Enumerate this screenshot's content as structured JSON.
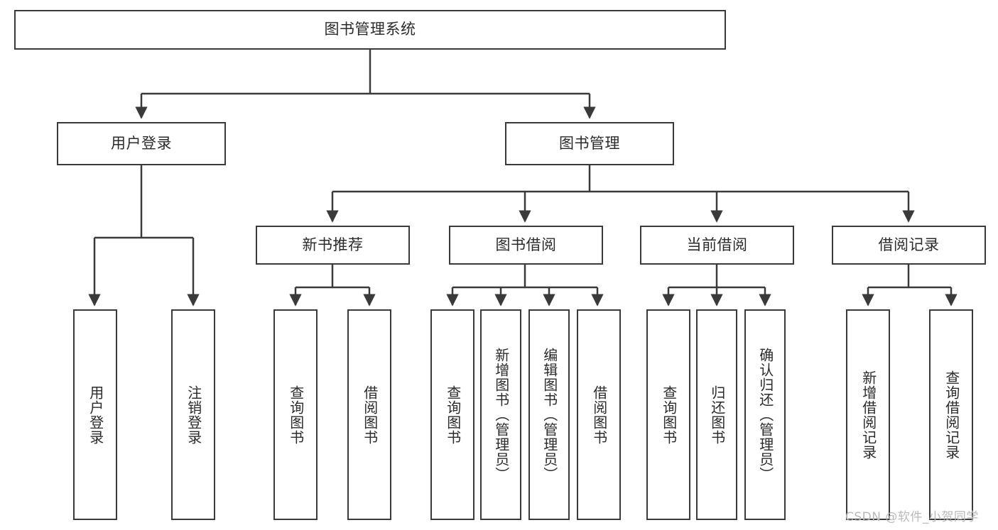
{
  "diagram": {
    "type": "tree-hierarchy",
    "title": "图书管理系统",
    "watermark": "CSDN @软件_小贺同学",
    "stroke_color": "#3a3a3a",
    "text_color": "#2b2b2b",
    "background_color": "#ffffff",
    "root": {
      "label": "图书管理系统"
    },
    "level2": [
      {
        "label": "用户登录"
      },
      {
        "label": "图书管理"
      }
    ],
    "level3": [
      {
        "label": "新书推荐"
      },
      {
        "label": "图书借阅"
      },
      {
        "label": "当前借阅"
      },
      {
        "label": "借阅记录"
      }
    ],
    "leaves": {
      "user_login": [
        {
          "label": "用户登录"
        },
        {
          "label": "注销登录"
        }
      ],
      "new_book_recommend": [
        {
          "label": "查询图书"
        },
        {
          "label": "借阅图书"
        }
      ],
      "book_borrow": [
        {
          "label": "查询图书"
        },
        {
          "label": "新增图书（管理员）"
        },
        {
          "label": "编辑图书（管理员）"
        },
        {
          "label": "借阅图书"
        }
      ],
      "current_borrow": [
        {
          "label": "查询图书"
        },
        {
          "label": "归还图书"
        },
        {
          "label": "确认归还（管理员）"
        }
      ],
      "borrow_records": [
        {
          "label": "新增借阅记录"
        },
        {
          "label": "查询借阅记录"
        }
      ]
    }
  }
}
